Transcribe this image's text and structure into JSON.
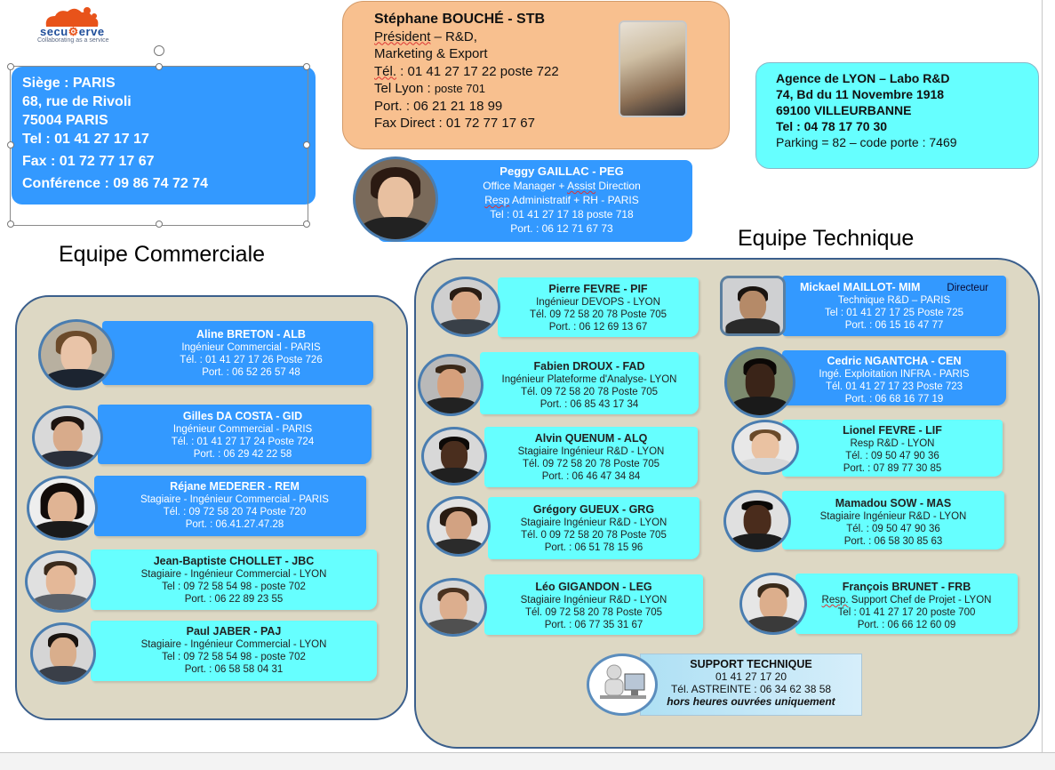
{
  "logo": {
    "text": "secu",
    "text2": "erve",
    "tagline": "Collaborating as a service",
    "brand_color": "#e8531a"
  },
  "siege": {
    "lines": [
      "Siège : PARIS",
      "68, rue de Rivoli",
      "75004 PARIS",
      "Tel : 01 41 27 17 17",
      "Fax : 01 72 77 17 67",
      "Conférence :  09 86 74 72 74"
    ]
  },
  "president": {
    "name": "Stéphane BOUCHÉ - STB",
    "l1a": "Président",
    "l1b": " – R&D,",
    "l2": "Marketing & Export",
    "l3a": "Tél.",
    "l3b": " : 01 41 27 17 22 poste 722",
    "l4a": "Tel Lyon : ",
    "l4b": "poste 701",
    "l5": "Port. : 06 21 21 18 99",
    "l6": "Fax Direct : 01 72 77 17 67"
  },
  "lyon": {
    "l1": "Agence de LYON – Labo R&D",
    "l2": "74, Bd du 11 Novembre 1918",
    "l3": "69100 VILLEURBANNE",
    "l4": "Tel : 04 78 17 70 30",
    "l5": "Parking = 82 – code porte : 7469"
  },
  "peggy": {
    "name": "Peggy GAILLAC - PEG",
    "role1a": "Office Manager + ",
    "role1b": "Assist",
    "role1c": " Direction",
    "role2a": "Resp",
    "role2b": " Administratif + RH - PARIS",
    "tel": "Tel : 01 41 27 17 18 poste 718",
    "port": "Port. : 06 12 71 67 73"
  },
  "titles": {
    "commercial": "Equipe Commerciale",
    "technique": "Equipe Technique"
  },
  "commercial": [
    {
      "name": "Aline BRETON - ALB",
      "role": "Ingénieur Commercial - PARIS",
      "tel": "Tél. :  01 41 27 17 26 Poste 726",
      "port": "Port. :  06 52 26 57 48"
    },
    {
      "name": "Gilles DA COSTA - GID",
      "role": "Ingénieur Commercial - PARIS",
      "tel": "Tél. :  01 41 27 17 24 Poste 724",
      "port": "Port. : 06 29 42 22 58"
    },
    {
      "name": "Réjane MEDERER -  REM",
      "role": "Stagiaire - Ingénieur Commercial - PARIS",
      "tel": "Tél. :  09 72 58 20 74 Poste 720",
      "port": "Port. : 06.41.27.47.28"
    },
    {
      "name": "Jean-Baptiste CHOLLET - JBC",
      "role": "Stagiaire - Ingénieur Commercial - LYON",
      "tel": "Tel : 09 72 58 54 98 - poste 702",
      "port": "Port. : 06 22 89 23 55"
    },
    {
      "name": "Paul JABER - PAJ",
      "role": "Stagiaire - Ingénieur Commercial - LYON",
      "tel": "Tel : 09 72 58 54 98 - poste 702",
      "port": "Port. : 06 58 58 04 31"
    }
  ],
  "technique_left": [
    {
      "name": "Pierre FEVRE - PIF",
      "role": "Ingénieur DEVOPS - LYON",
      "tel": "Tél. 09 72 58 20 78 Poste 705",
      "port": "Port. : 06 12 69 13 67"
    },
    {
      "name": "Fabien DROUX - FAD",
      "role": "Ingénieur  Plateforme d'Analyse- LYON",
      "tel": "Tél. 09 72 58 20 78 Poste 705",
      "port": "Port. : 06 85 43 17 34"
    },
    {
      "name": "Alvin QUENUM - ALQ",
      "role": "Stagiaire Ingénieur R&D  -  LYON",
      "tel": "Tél. 09 72 58 20 78 Poste 705",
      "port": "Port. : 06 46 47 34 84"
    },
    {
      "name": "Grégory GUEUX - GRG",
      "role": "Stagiaire Ingénieur R&D  -  LYON",
      "tel": "Tél. 0 09 72 58 20 78 Poste 705",
      "port": "Port. : 06 51 78 15 96"
    },
    {
      "name": "Léo GIGANDON - LEG",
      "role": "Stagiaire Ingénieur R&D  -  LYON",
      "tel": "Tél. 09 72 58 20 78 Poste 705",
      "port": "Port. : 06 77 35 31 67"
    }
  ],
  "technique_right": [
    {
      "name": "Mickael MAILLOT- MIM",
      "extra": "Directeur",
      "role": "Technique R&D – PARIS",
      "tel": "Tel : 01 41 27 17 25 Poste 725",
      "port": "Port. : 06 15 16 47 77"
    },
    {
      "name": "Cedric NGANTCHA - CEN",
      "role": "Ingé.  Exploitation INFRA - PARIS",
      "tel": "Tél.    01 41 27 17 23 Poste 723",
      "port": "Port. : 06 68 16 77 19"
    },
    {
      "name": "Lionel FEVRE - LIF",
      "role": "Resp R&D  -  LYON",
      "tel": "Tél. : 09 50 47 90 36",
      "port": "Port. : 07 89 77 30 85"
    },
    {
      "name": "Mamadou SOW - MAS",
      "role": "Stagiaire Ingénieur R&D  -  LYON",
      "tel": "Tél. : 09 50 47 90 36",
      "port": "Port. : 06 58 30 85 63"
    },
    {
      "name": "François BRUNET - FRB",
      "role": "Resp. Support  Chef de Projet - LYON",
      "tel": "Tel : 01 41 27 17 20 poste 700",
      "port": "Port. : 06 66 12 60 09"
    }
  ],
  "support": {
    "name": "SUPPORT TECHNIQUE",
    "tel": "01 41 27 17 20",
    "astreinte": "Tél. ASTREINTE : 06 34 62 38 58",
    "hours": "hors heures ouvrées uniquement"
  }
}
